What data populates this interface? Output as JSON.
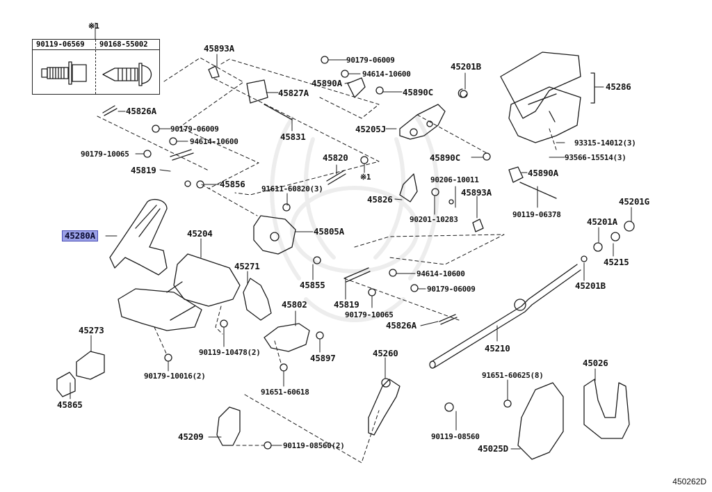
{
  "diagram": {
    "figure_id": "450262D",
    "note_mark": "※1",
    "highlight_color": "#9aa0e6",
    "inset": {
      "columns": [
        "90119-06569",
        "90168-55002"
      ],
      "icons": [
        "bolt-with-washer-icon",
        "tapping-screw-icon"
      ]
    },
    "labels": {
      "p45893A_top": "45893A",
      "p45827A": "45827A",
      "p45826A_top": "45826A",
      "p90179_06009_left": "90179-06009",
      "p94614_10600_left": "94614-10600",
      "p45831": "45831",
      "p90179_10065_left": "90179-10065",
      "p45819_left": "45819",
      "p45856": "45856",
      "p90179_06009_top": "90179-06009",
      "p94614_10600_top": "94614-10600",
      "p45890A_top": "45890A",
      "p45890C_top": "45890C",
      "p45205J": "45205J",
      "p45201B_top": "45201B",
      "p45286": "45286",
      "p93315": "93315-14012(3)",
      "p93566": "93566-15514(3)",
      "p45890C_mid": "45890C",
      "p45890A_right": "45890A",
      "p90119_06378": "90119-06378",
      "p45820": "45820",
      "p_note1_mid": "※1",
      "p91611": "91611-60820(3)",
      "p45826": "45826",
      "p90206": "90206-10011",
      "p45893A_mid": "45893A",
      "p90201": "90201-10283",
      "p45805A": "45805A",
      "p45280A": "45280A",
      "p45204": "45204",
      "p45271": "45271",
      "p45855": "45855",
      "p94614_10600_bot": "94614-10600",
      "p90179_06009_bot": "90179-06009",
      "p45819_bot": "45819",
      "p90179_10065_bot": "90179-10065",
      "p45802": "45802",
      "p45826A_bot": "45826A",
      "p45201G": "45201G",
      "p45201A": "45201A",
      "p45215": "45215",
      "p45201B_right": "45201B",
      "p45210": "45210",
      "p45273": "45273",
      "p45865": "45865",
      "p90119_10478": "90119-10478(2)",
      "p90179_10016": "90179-10016(2)",
      "p45897": "45897",
      "p91651_60618": "91651-60618",
      "p45260": "45260",
      "p91651_60625": "91651-60625(8)",
      "p45026": "45026",
      "p90119_08560": "90119-08560",
      "p45025D": "45025D",
      "p45209": "45209",
      "p90119_08560_2": "90119-08560(2)"
    }
  }
}
